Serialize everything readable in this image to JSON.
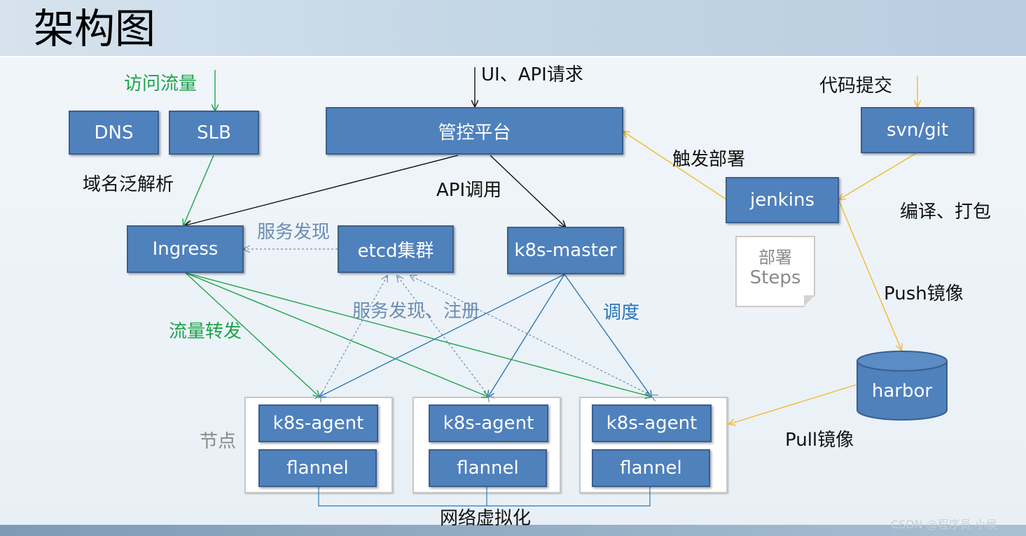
{
  "title": "架构图",
  "nodes": {
    "dns": "DNS",
    "slb": "SLB",
    "platform": "管控平台",
    "svn_git": "svn/git",
    "jenkins": "jenkins",
    "ingress": "Ingress",
    "etcd": "etcd集群",
    "k8s_master": "k8s-master",
    "harbor": "harbor",
    "agents": [
      "k8s-agent",
      "k8s-agent",
      "k8s-agent"
    ],
    "flannels": [
      "flannel",
      "flannel",
      "flannel"
    ]
  },
  "labels": {
    "traffic_in": "访问流量",
    "ui_api": "UI、API请求",
    "code_commit": "代码提交",
    "dns_resolve": "域名泛解析",
    "trigger_deploy": "触发部署",
    "api_call": "API调用",
    "build_package": "编译、打包",
    "service_discovery": "服务发现",
    "discovery_register": "服务发现、注册",
    "traffic_forward": "流量转发",
    "schedule": "调度",
    "push_image": "Push镜像",
    "pull_image": "Pull镜像",
    "node": "节点",
    "network_virtualization": "网络虚拟化"
  },
  "note": {
    "line1": "部署",
    "line2": "Steps"
  },
  "watermark": "CSDN @程序员 小侯",
  "colors": {
    "box_fill": "#4f81bd",
    "green_arrow": "#1da34d",
    "blue_arrow": "#2c77b8",
    "yellow_arrow": "#f5b82e",
    "dashed_arrow": "#6b8cb3"
  }
}
